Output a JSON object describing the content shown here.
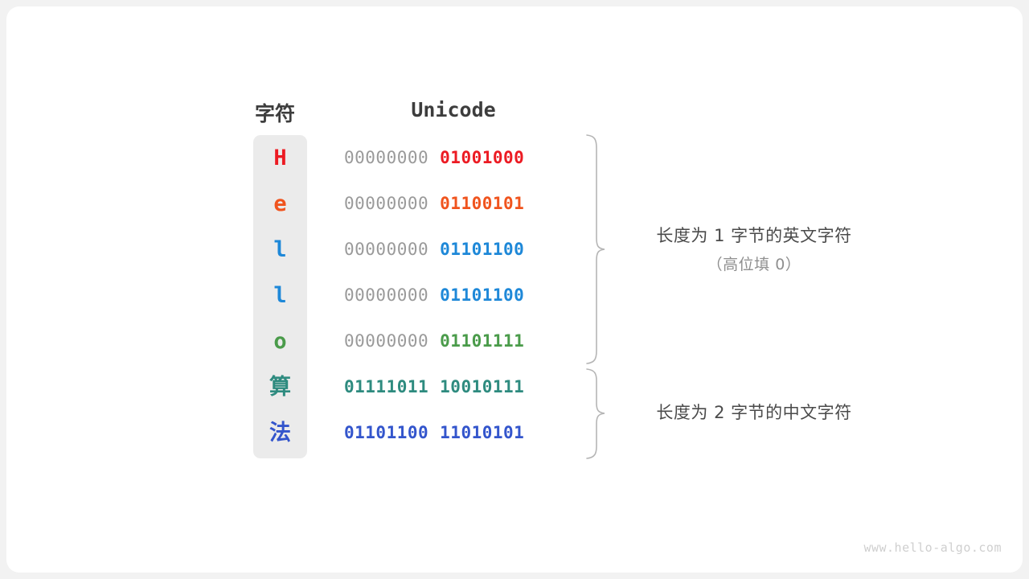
{
  "headers": {
    "char": "字符",
    "unicode": "Unicode"
  },
  "colors": {
    "red": "#ec1b23",
    "orange": "#f0541e",
    "blue": "#1e88d8",
    "green": "#4a9b4a",
    "teal": "#2e8b7f",
    "royal_blue": "#3355cc",
    "gray_byte": "#9a9a9a",
    "column_bg": "#ebebeb",
    "brace": "#b5b5b5",
    "card_bg": "#ffffff",
    "page_bg": "#f2f2f2"
  },
  "rows": [
    {
      "char": "H",
      "color": "#ec1b23",
      "high_byte": "00000000",
      "low_byte": "01001000",
      "cjk": false
    },
    {
      "char": "e",
      "color": "#f0541e",
      "high_byte": "00000000",
      "low_byte": "01100101",
      "cjk": false
    },
    {
      "char": "l",
      "color": "#1e88d8",
      "high_byte": "00000000",
      "low_byte": "01101100",
      "cjk": false
    },
    {
      "char": "l",
      "color": "#1e88d8",
      "high_byte": "00000000",
      "low_byte": "01101100",
      "cjk": false
    },
    {
      "char": "o",
      "color": "#4a9b4a",
      "high_byte": "00000000",
      "low_byte": "01101111",
      "cjk": false
    },
    {
      "char": "算",
      "color": "#2e8b7f",
      "high_byte": "01111011",
      "low_byte": "10010111",
      "cjk": true,
      "high_colored": true
    },
    {
      "char": "法",
      "color": "#3355cc",
      "high_byte": "01101100",
      "low_byte": "11010101",
      "cjk": true,
      "high_colored": true
    }
  ],
  "annotations": [
    {
      "main": "长度为 1 字节的英文字符",
      "sub": "（高位填 0）"
    },
    {
      "main": "长度为 2 字节的中文字符",
      "sub": ""
    }
  ],
  "watermark": "www.hello-algo.com"
}
